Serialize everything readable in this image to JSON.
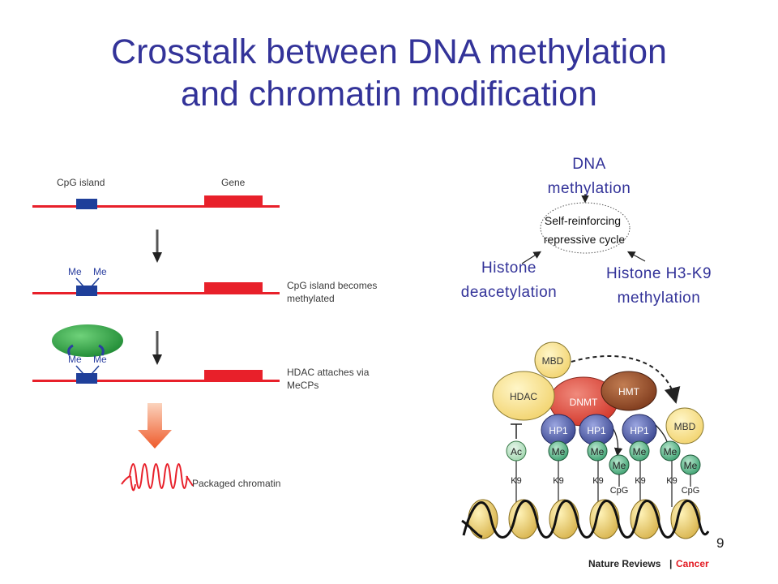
{
  "slide": {
    "title_line1": "Crosstalk between DNA methylation",
    "title_line2": "and chromatin modification",
    "page_number": "9"
  },
  "left_panel": {
    "cpg_island": "CpG island",
    "gene": "Gene",
    "me": "Me",
    "step2_line1": "CpG island becomes",
    "step2_line2": "methylated",
    "step3_line1": "HDAC attaches via",
    "step3_line2": "MeCPs",
    "step4": "Packaged chromatin"
  },
  "cycle": {
    "dna_line1": "DNA",
    "dna_line2": "methylation",
    "center_line1": "Self-reinforcing",
    "center_line2": "repressive cycle",
    "hdac_line1": "Histone",
    "hdac_line2": "deacetylation",
    "h3k9_line1": "Histone H3-K9",
    "h3k9_line2": "methylation"
  },
  "nature_figure": {
    "mbd": "MBD",
    "hdac": "HDAC",
    "dnmt": "DNMT",
    "hmt": "HMT",
    "hp1": "HP1",
    "ac": "Ac",
    "me": "Me",
    "k9": "K9",
    "cpg": "CpG",
    "credit_journal": "Nature Reviews",
    "credit_sep": "|",
    "credit_section": "Cancer"
  },
  "colors": {
    "title": "#333399",
    "dna_strand": "#e8202a",
    "cpg_box": "#1f3f9a",
    "hdac_blob": "#2e9a3e",
    "arrow_orange": "#f06a3a",
    "credit_accent": "#e31b23"
  }
}
